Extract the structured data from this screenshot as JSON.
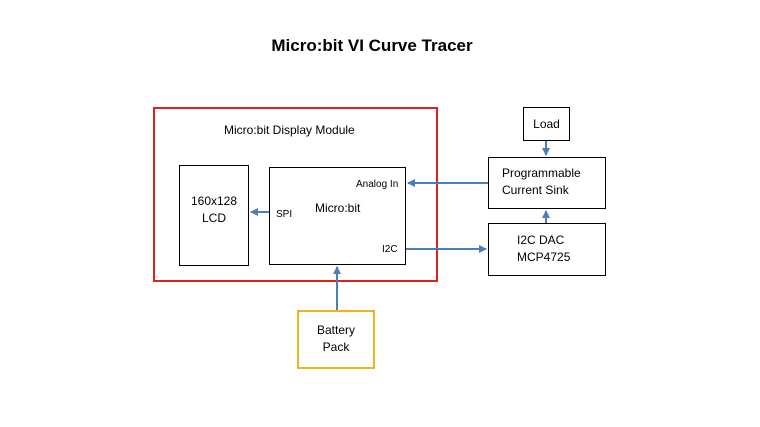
{
  "title": "Micro:bit VI Curve Tracer",
  "colors": {
    "module_border": "#e0201a",
    "battery_border": "#e6b81c",
    "arrow": "#4a7ebb"
  },
  "blocks": {
    "display_module": "Micro:bit Display Module",
    "lcd": "160x128\nLCD",
    "microbit": "Micro:bit",
    "current_sink": "Programmable\nCurrent Sink",
    "load": "Load",
    "dac": "I2C DAC\nMCP4725",
    "battery": "Battery\nPack"
  },
  "port_labels": {
    "analog_in": "Analog In",
    "spi": "SPI",
    "i2c": "I2C"
  }
}
